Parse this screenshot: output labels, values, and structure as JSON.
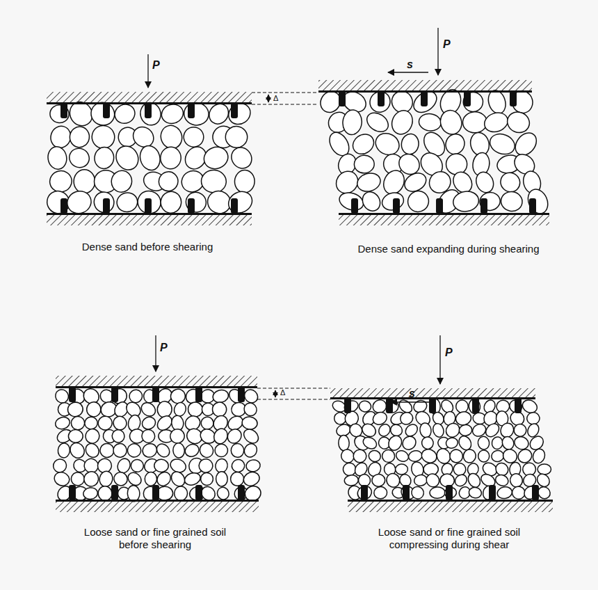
{
  "diagram": {
    "labels": [
      "P",
      "Δ",
      "P",
      "s",
      "Dense sand before shearing",
      "Dense sand expanding during shearing",
      "P",
      "Δ",
      "P",
      "s",
      "Loose sand or fine grained soil before shearing",
      "Loose sand or fine grained soil compressing during shear"
    ]
  }
}
